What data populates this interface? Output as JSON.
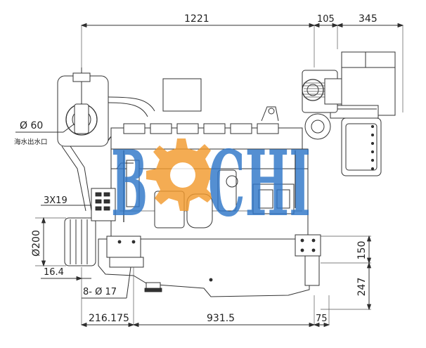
{
  "dimensions": {
    "top_length": "1221",
    "top_mid": "105",
    "top_right": "345",
    "pipe_dia": "Ø 60",
    "outlet_label": "海水出水口",
    "belt_spec": "3X19",
    "pulley_dia": "Ø200",
    "pulley_offset": "16.4",
    "holes": "8- Ø 17",
    "bottom_left": "216.175",
    "bottom_mid": "931.5",
    "bottom_right": "75",
    "right_upper": "150",
    "right_lower": "247"
  },
  "watermark": {
    "text": "BOCHI",
    "color_blue": "#2f77c9",
    "color_orange": "#f29a2e"
  }
}
